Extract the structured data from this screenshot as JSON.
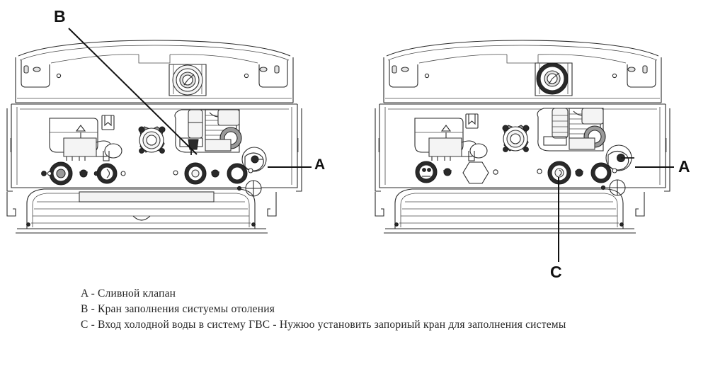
{
  "document": {
    "type": "technical-line-diagram",
    "subject": "Gas boiler bottom connections (two views)",
    "background_color": "#ffffff",
    "line_color": "#2b2b2b",
    "text_color": "#262626"
  },
  "callouts": [
    {
      "id": "b",
      "label": "B",
      "points_to": "heating system filling tap on left boiler view"
    },
    {
      "id": "a_left",
      "label": "A",
      "points_to": "drain valve on left boiler view"
    },
    {
      "id": "a_right",
      "label": "A",
      "points_to": "drain valve on right boiler view"
    },
    {
      "id": "c",
      "label": "C",
      "points_to": "cold water inlet on right boiler view"
    }
  ],
  "legend": {
    "lines": [
      "A - Сливной клапан",
      "B - Кран заполнения систуемы отоления",
      "C - Вход холодной воды в систему ГВС - Нужюо установить запориый кран для заполнения системы"
    ]
  },
  "diagrams": [
    {
      "id": "left",
      "name": "boiler-view-left",
      "caption_refs": [
        "A",
        "B"
      ],
      "components": [
        "top-casing-shell",
        "flue-collar-gauge",
        "expansion-vessel-block",
        "gas-valve-assembly",
        "three-way-valve-star",
        "heat-exchanger-block",
        "filling-tap",
        "drain-valve",
        "bottom-manifold-connectors",
        "front-panel-louver"
      ]
    },
    {
      "id": "right",
      "name": "boiler-view-right",
      "caption_refs": [
        "A",
        "C"
      ],
      "components": [
        "top-casing-shell",
        "flue-collar-gauge",
        "expansion-vessel-block",
        "gas-valve-assembly",
        "three-way-valve-star",
        "heat-exchanger-block",
        "drain-valve",
        "cold-water-inlet-fitting",
        "hex-nut-connector",
        "bottom-manifold-connectors",
        "front-panel-louver"
      ]
    }
  ]
}
